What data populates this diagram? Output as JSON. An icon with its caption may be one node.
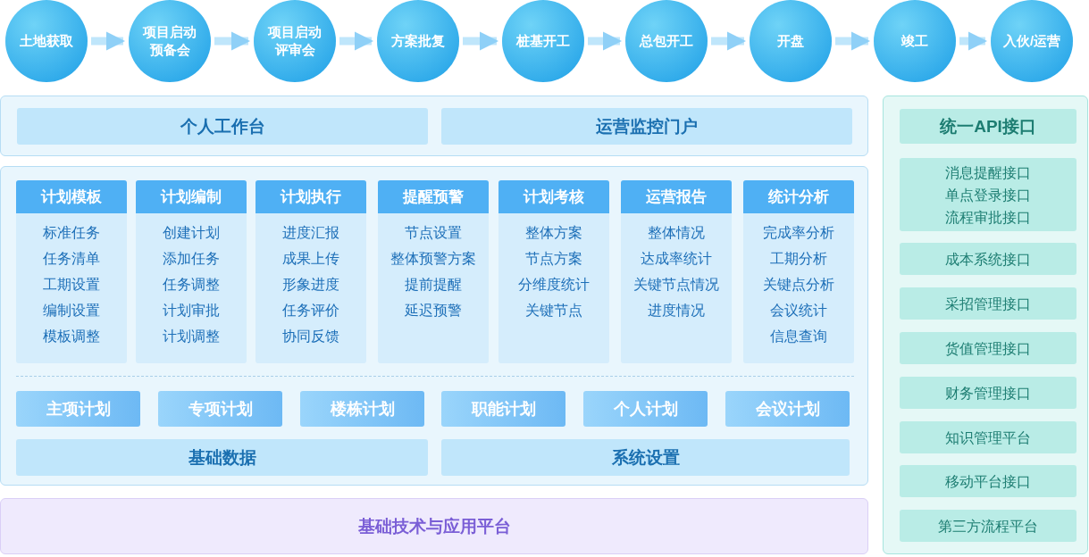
{
  "diagram": {
    "nodes": [
      {
        "text": [
          "土地获取"
        ]
      },
      {
        "text": [
          "项目启动预备会"
        ]
      },
      {
        "text": [
          "项目启动评审会"
        ]
      },
      {
        "text": [
          "方案批复"
        ]
      },
      {
        "text": [
          "桩基开工"
        ]
      },
      {
        "text": [
          "总包开工"
        ]
      },
      {
        "text": [
          "开盘"
        ]
      },
      {
        "text": [
          "竣工"
        ]
      },
      {
        "text": [
          "入伙/运营"
        ]
      },
      {
        "text": [],
        "shape": "box"
      },
      {
        "text": [
          "个人工作台"
        ],
        "in": 9
      },
      {
        "text": [
          "运营监控门户"
        ],
        "in": 9
      },
      {
        "text": [],
        "shape": "box"
      },
      {
        "text": [
          "计划模板",
          "标准任务",
          "任务清单",
          "工期设置",
          "编制设置",
          "模板调整"
        ],
        "in": 12
      },
      {
        "text": [
          "计划编制",
          "创建计划",
          "添加任务",
          "任务调整",
          "计划审批",
          "计划调整"
        ],
        "in": 12
      },
      {
        "text": [
          "计划执行",
          "进度汇报",
          "成果上传",
          "形象进度",
          "任务评价",
          "协同反馈"
        ],
        "in": 12
      },
      {
        "text": [
          "提醒预警",
          "节点设置",
          "整体预警方案",
          "提前提醒",
          "延迟预警"
        ],
        "in": 12
      },
      {
        "text": [
          "计划考核",
          "整体方案",
          "节点方案",
          "分维度统计",
          "关键节点"
        ],
        "in": 12
      },
      {
        "text": [
          "运营报告",
          "整体情况",
          "达成率统计",
          "关键节点情况",
          "进度情况"
        ],
        "in": 12
      },
      {
        "text": [
          "统计分析",
          "完成率分析",
          "工期分析",
          "关键点分析",
          "会议统计",
          "信息查询"
        ],
        "in": 12
      },
      {
        "text": [
          "主项计划"
        ],
        "in": 12
      },
      {
        "text": [
          "专项计划"
        ],
        "in": 12
      },
      {
        "text": [
          "楼栋计划"
        ],
        "in": 12
      },
      {
        "text": [
          "职能计划"
        ],
        "in": 12
      },
      {
        "text": [
          "个人计划"
        ],
        "in": 12
      },
      {
        "text": [
          "会议计划"
        ],
        "in": 12
      },
      {
        "text": [
          "基础数据"
        ],
        "in": 12
      },
      {
        "text": [
          "系统设置"
        ],
        "in": 12
      },
      {
        "text": [
          "基础技术与应用平台"
        ]
      },
      {
        "text": [],
        "shape": "box"
      },
      {
        "text": [
          "统一API接口"
        ],
        "in": 29
      },
      {
        "text": [
          "消息提醒接口",
          "单点登录接口",
          "流程审批接口"
        ],
        "in": 29
      },
      {
        "text": [
          "成本系统接口"
        ],
        "in": 29
      },
      {
        "text": [
          "采招管理接口"
        ],
        "in": 29
      },
      {
        "text": [
          "货值管理接口"
        ],
        "in": 29
      },
      {
        "text": [
          "财务管理接口"
        ],
        "in": 29
      },
      {
        "text": [
          "知识管理平台"
        ],
        "in": 29
      },
      {
        "text": [
          "移动平台接口"
        ],
        "in": 29
      },
      {
        "text": [
          "第三方流程平台"
        ],
        "in": 29
      }
    ],
    "edges": [
      {
        "from": 0,
        "to": 1,
        "arrow": "to"
      },
      {
        "from": 1,
        "to": 2,
        "arrow": "to"
      },
      {
        "from": 2,
        "to": 3,
        "arrow": "to"
      },
      {
        "from": 3,
        "to": 4,
        "arrow": "to"
      },
      {
        "from": 4,
        "to": 5,
        "arrow": "to"
      },
      {
        "from": 5,
        "to": 6,
        "arrow": "to"
      },
      {
        "from": 6,
        "to": 7,
        "arrow": "to"
      },
      {
        "from": 7,
        "to": 8,
        "arrow": "to"
      }
    ]
  }
}
